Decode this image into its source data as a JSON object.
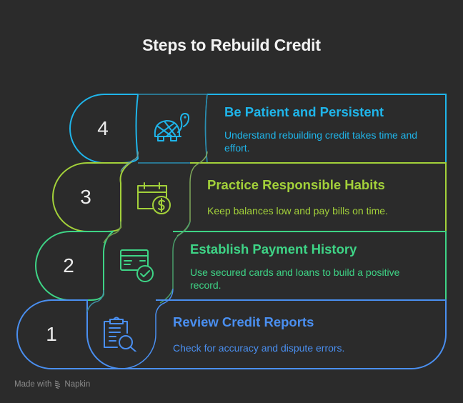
{
  "title": "Steps to Rebuild Credit",
  "steps": [
    {
      "number": "4",
      "title": "Be Patient and Persistent",
      "description": "Understand rebuilding credit takes time and effort.",
      "icon": "turtle-icon",
      "color": "#1fb5ea"
    },
    {
      "number": "3",
      "title": "Practice Responsible Habits",
      "description": "Keep balances low and pay bills on time.",
      "icon": "calendar-dollar-icon",
      "color": "#a3d13a"
    },
    {
      "number": "2",
      "title": "Establish Payment History",
      "description": "Use secured cards and loans to build a positive record.",
      "icon": "credit-card-check-icon",
      "color": "#3ed486"
    },
    {
      "number": "1",
      "title": "Review Credit Reports",
      "description": "Check for accuracy and dispute errors.",
      "icon": "clipboard-search-icon",
      "color": "#4a8ff0"
    }
  ],
  "footer": {
    "made_with": "Made with",
    "brand": "Napkin"
  }
}
